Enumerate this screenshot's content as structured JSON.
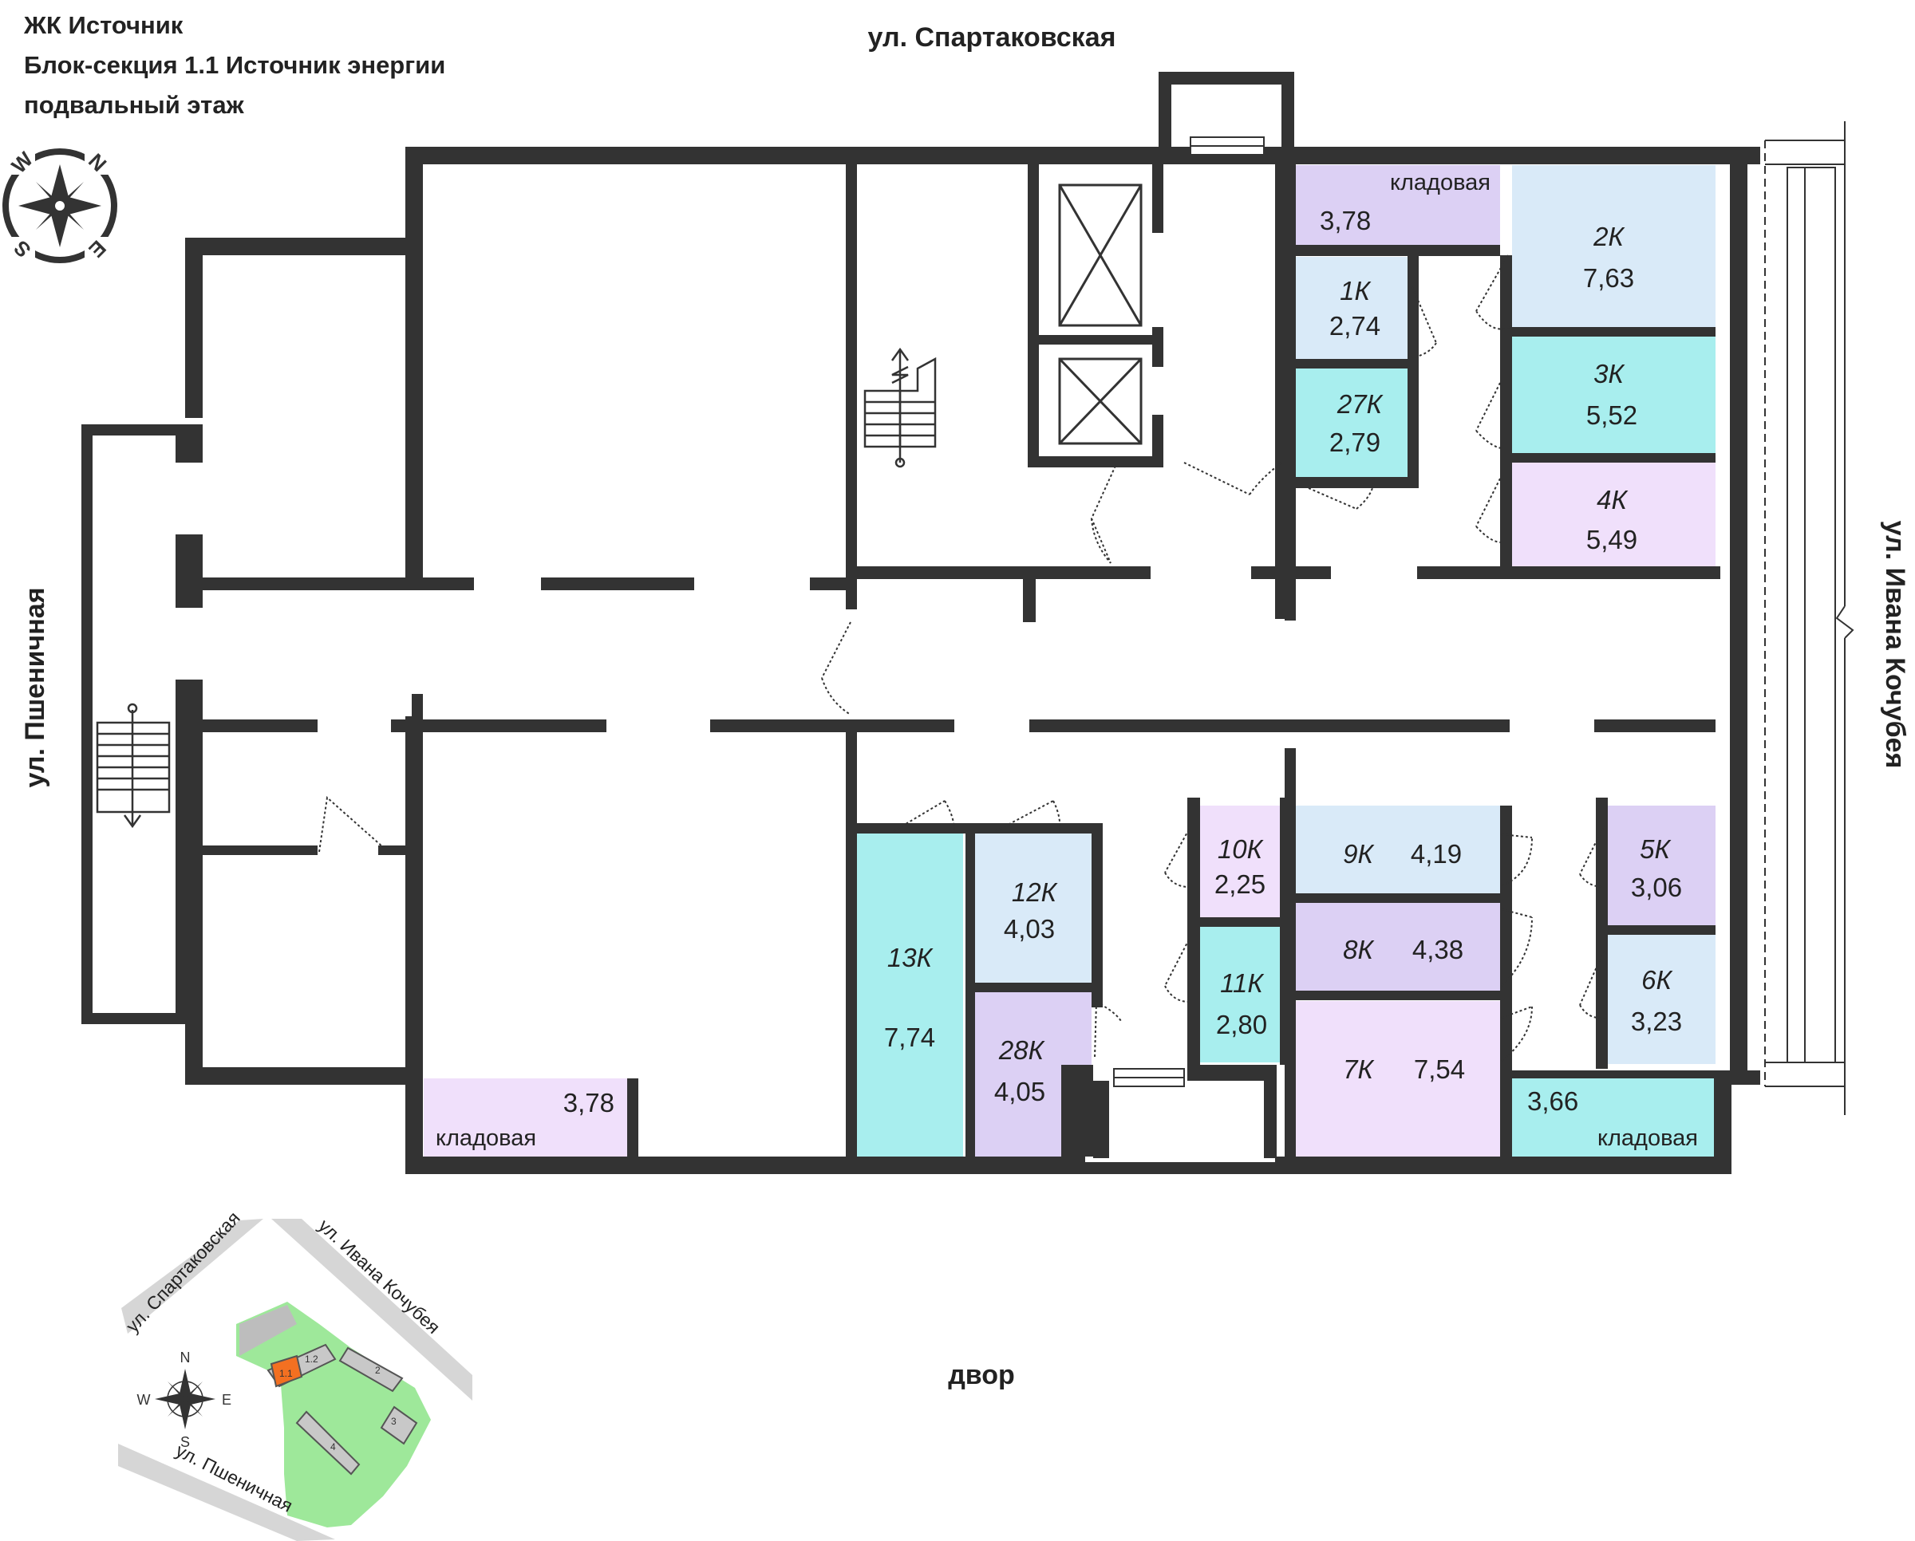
{
  "header": {
    "complex": "ЖК Источник",
    "section": "Блок-секция 1.1 Источник энергии",
    "floor": "подвальный этаж"
  },
  "streets": {
    "top": "ул. Спартаковская",
    "right": "ул. Ивана Кочубея",
    "left": "ул. Пшеничная",
    "bottom": "двор"
  },
  "compass": {
    "n": "N",
    "e": "E",
    "s": "S",
    "w": "W"
  },
  "colors": {
    "purple": "#dcd0f4",
    "light_blue": "#d9eaf8",
    "cyan": "#a8eeee",
    "pink": "#f0e0fb",
    "wall": "#333333"
  },
  "rooms": [
    {
      "id": "",
      "area": "3,78",
      "type": "кладовая",
      "color": "purple"
    },
    {
      "id": "2К",
      "area": "7,63",
      "type": "",
      "color": "light_blue"
    },
    {
      "id": "1К",
      "area": "2,74",
      "type": "",
      "color": "light_blue"
    },
    {
      "id": "27К",
      "area": "2,79",
      "type": "",
      "color": "cyan"
    },
    {
      "id": "3К",
      "area": "5,52",
      "type": "",
      "color": "cyan"
    },
    {
      "id": "4К",
      "area": "5,49",
      "type": "",
      "color": "pink"
    },
    {
      "id": "13К",
      "area": "7,74",
      "type": "",
      "color": "cyan"
    },
    {
      "id": "12К",
      "area": "4,03",
      "type": "",
      "color": "light_blue"
    },
    {
      "id": "28К",
      "area": "4,05",
      "type": "",
      "color": "purple"
    },
    {
      "id": "10К",
      "area": "2,25",
      "type": "",
      "color": "pink"
    },
    {
      "id": "11К",
      "area": "2,80",
      "type": "",
      "color": "cyan"
    },
    {
      "id": "9К",
      "area": "4,19",
      "type": "",
      "color": "light_blue"
    },
    {
      "id": "8К",
      "area": "4,38",
      "type": "",
      "color": "purple"
    },
    {
      "id": "7К",
      "area": "7,54",
      "type": "",
      "color": "pink"
    },
    {
      "id": "5К",
      "area": "3,06",
      "type": "",
      "color": "purple"
    },
    {
      "id": "6К",
      "area": "3,23",
      "type": "",
      "color": "light_blue"
    },
    {
      "id": "",
      "area": "3,78",
      "type": "кладовая",
      "color": "pink"
    },
    {
      "id": "",
      "area": "3,66",
      "type": "кладовая",
      "color": "cyan"
    }
  ],
  "site_plan": {
    "streets": [
      "ул. Спартаковская",
      "ул. Ивана Кочубея",
      "ул. Пшеничная"
    ],
    "buildings": [
      "1.1",
      "1.2",
      "2",
      "3",
      "4"
    ]
  }
}
